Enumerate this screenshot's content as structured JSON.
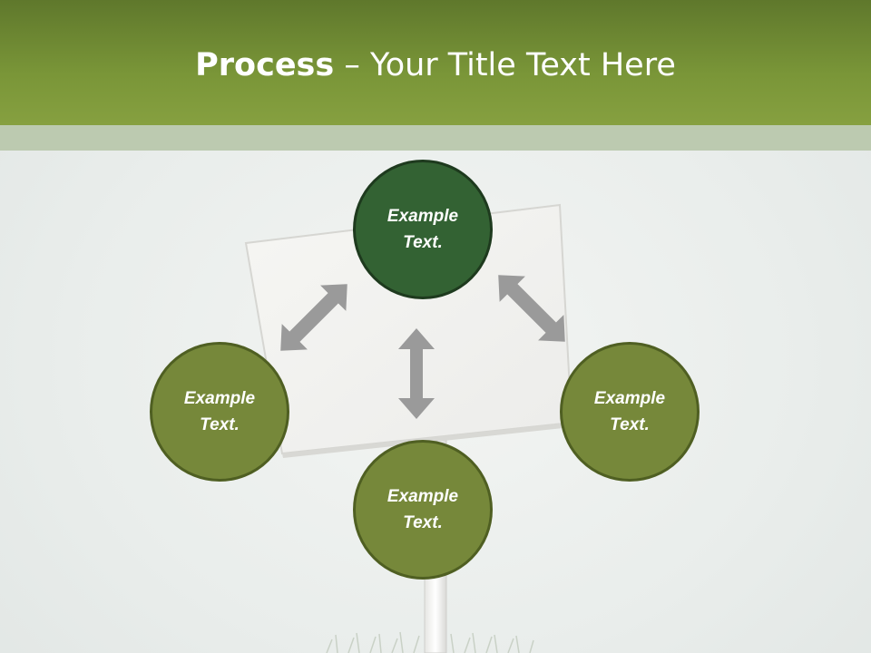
{
  "title": {
    "bold": "Process",
    "rest": " – Your Title Text Here"
  },
  "nodes": {
    "top": "Example Text.",
    "left": "Example Text.",
    "right": "Example Text.",
    "bottom": "Example Text."
  },
  "colors": {
    "header": "#7a9638",
    "top_node": "#336233",
    "side_node": "#76883a",
    "arrow": "#9a9a9a"
  }
}
